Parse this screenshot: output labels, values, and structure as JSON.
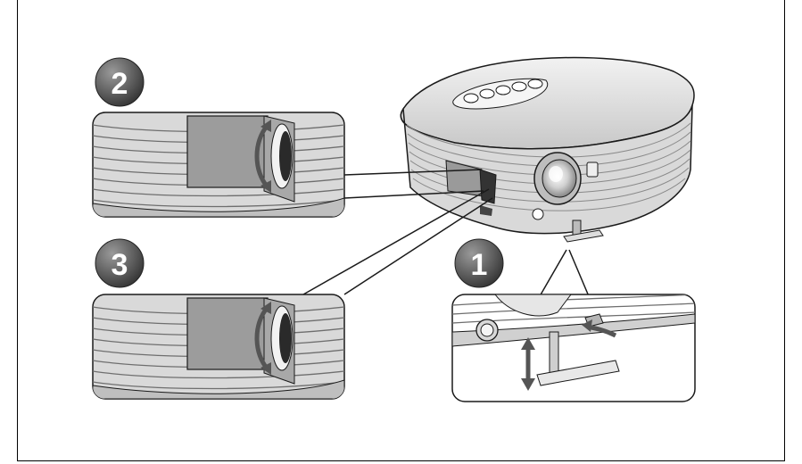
{
  "figure": {
    "kind": "projector-adjustment-illustration",
    "steps": [
      {
        "number": "2",
        "icon": "focus-ring-adjust-icon",
        "detail": "zoom-lens-ring-upper"
      },
      {
        "number": "3",
        "icon": "focus-ring-adjust-icon",
        "detail": "zoom-lens-ring-lower"
      },
      {
        "number": "1",
        "icon": "adjuster-foot-icon",
        "detail": "front-foot-adjuster"
      }
    ],
    "colors": {
      "badge": "#5a5a5a",
      "body": "#e6e6e6",
      "shade": "#c4c4c4",
      "line": "#1a1a1a"
    }
  }
}
